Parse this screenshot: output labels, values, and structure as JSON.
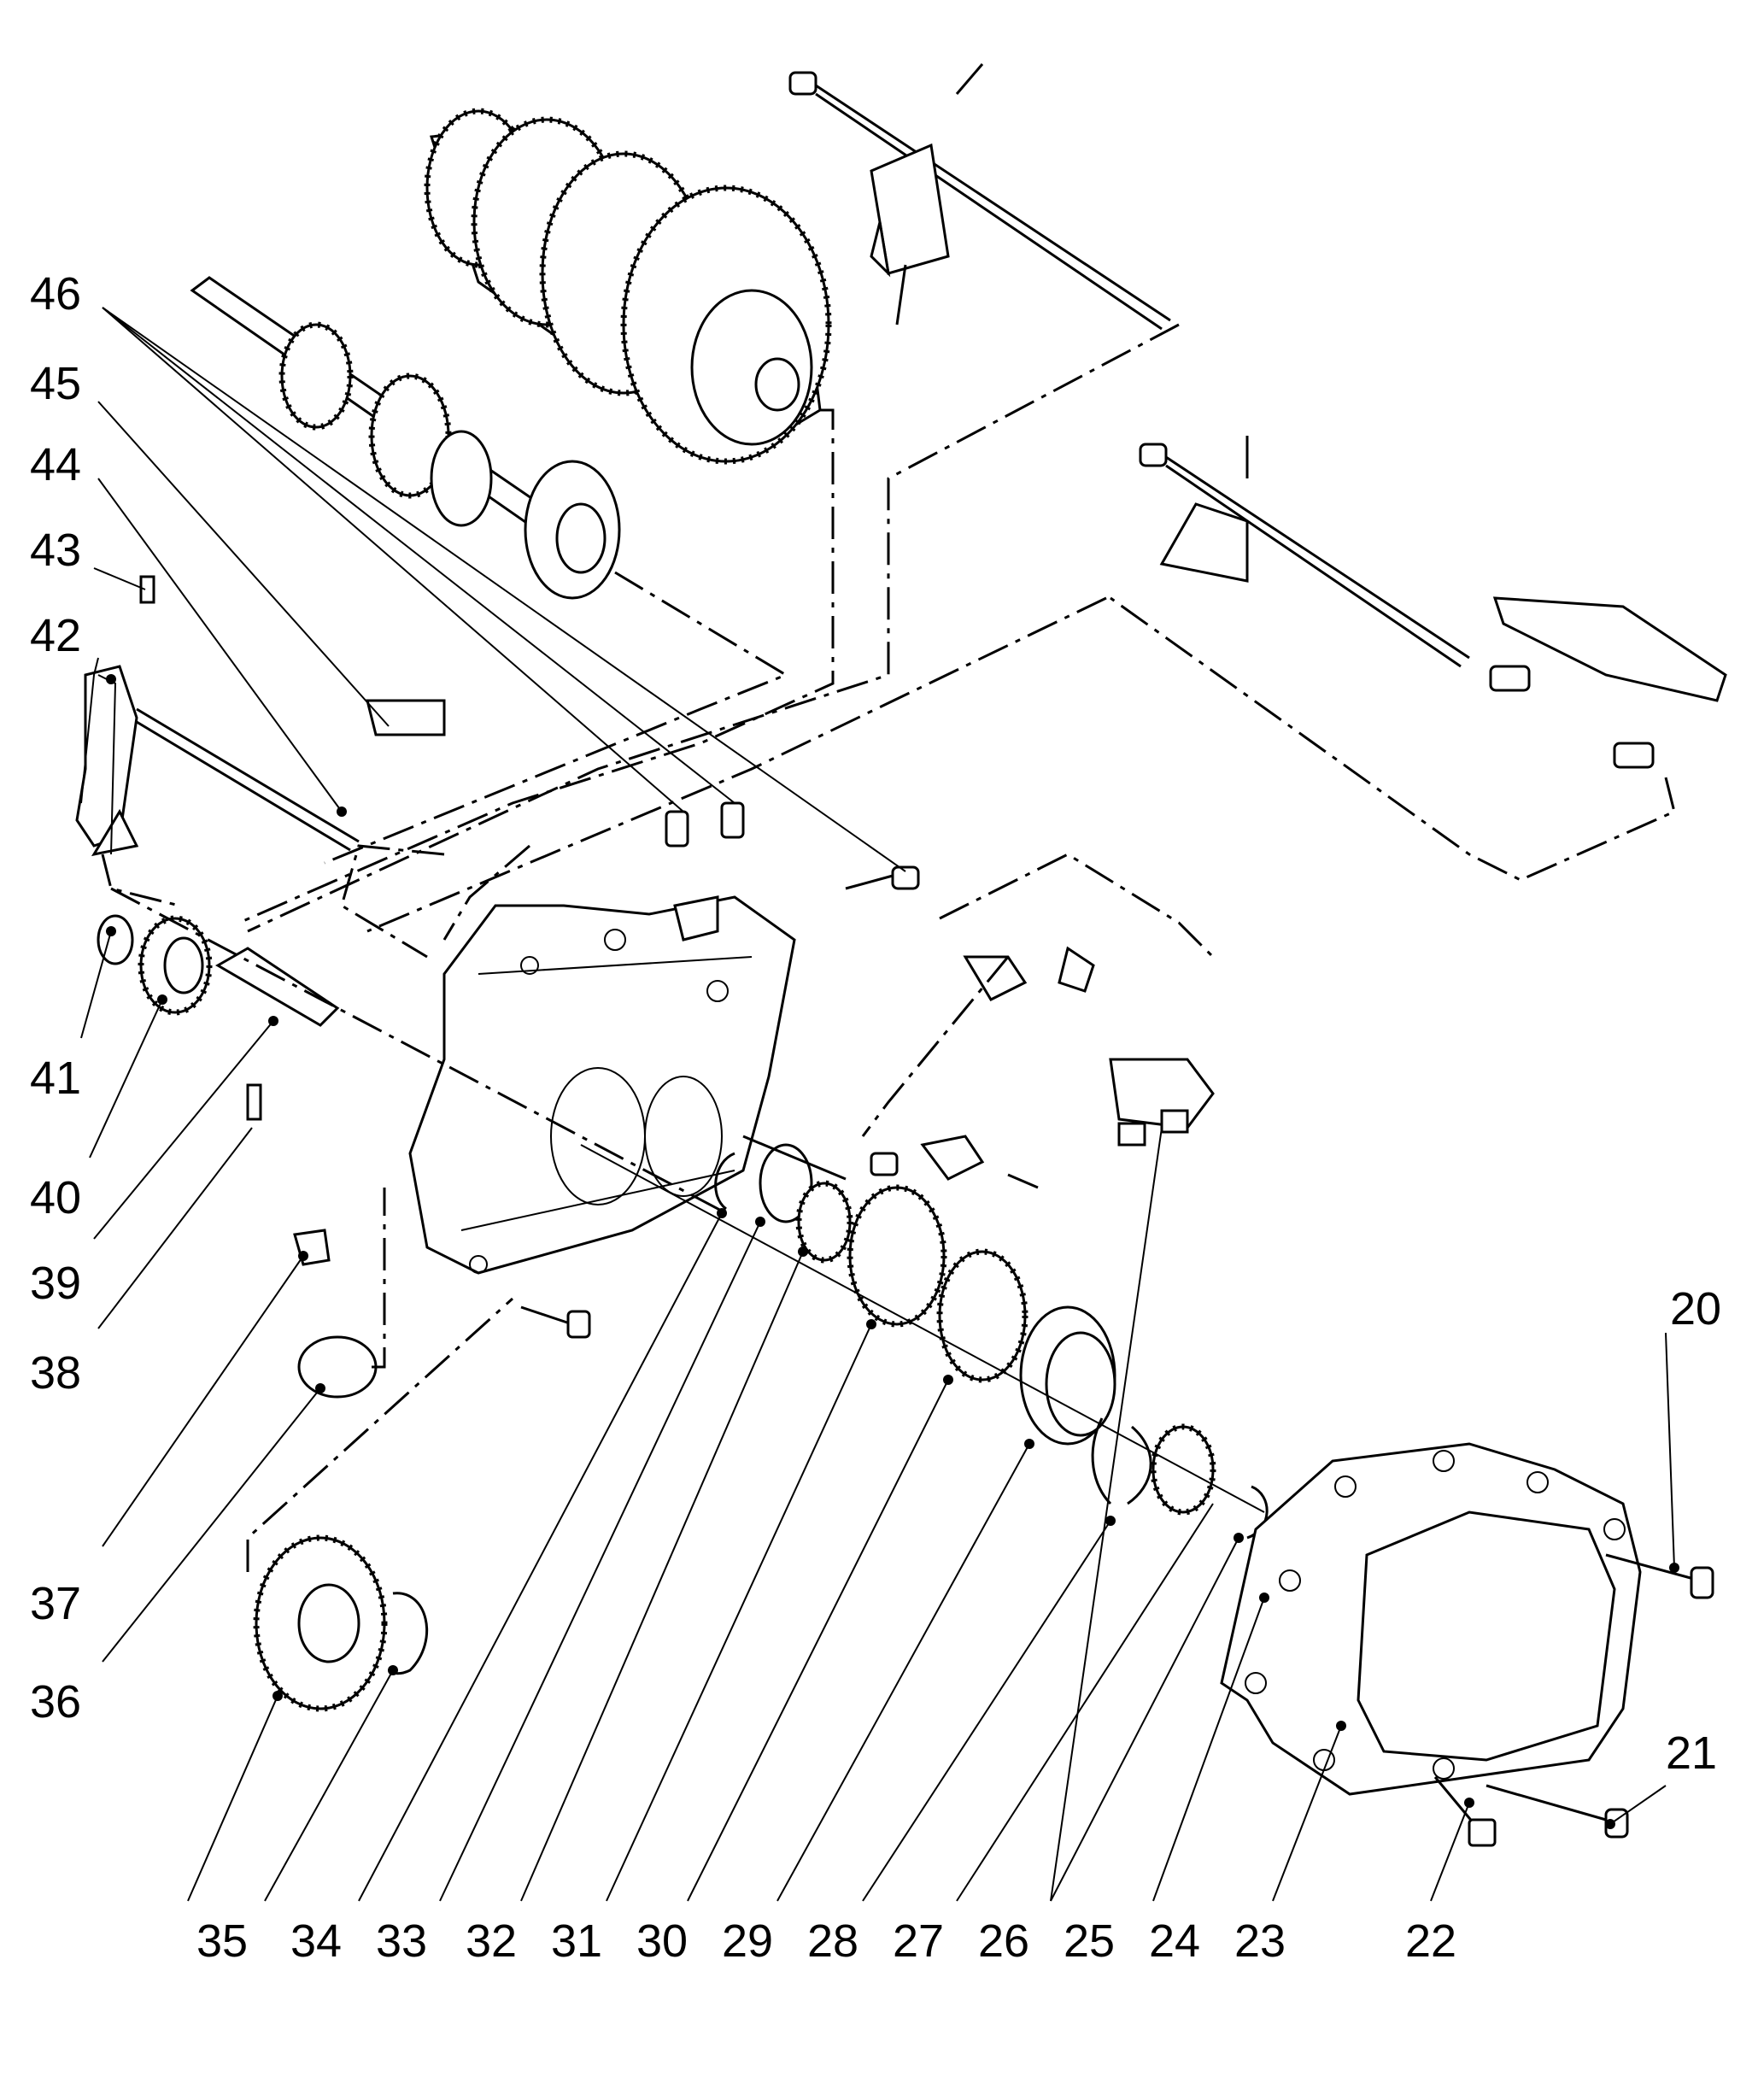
{
  "callouts": [
    {
      "id": "c46",
      "text": "46"
    },
    {
      "id": "c45",
      "text": "45"
    },
    {
      "id": "c44",
      "text": "44"
    },
    {
      "id": "c43",
      "text": "43"
    },
    {
      "id": "c42",
      "text": "42"
    },
    {
      "id": "c41",
      "text": "41"
    },
    {
      "id": "c40",
      "text": "40"
    },
    {
      "id": "c39",
      "text": "39"
    },
    {
      "id": "c38",
      "text": "38"
    },
    {
      "id": "c37",
      "text": "37"
    },
    {
      "id": "c36",
      "text": "36"
    },
    {
      "id": "c20",
      "text": "20"
    },
    {
      "id": "c21",
      "text": "21"
    },
    {
      "id": "c22",
      "text": "22"
    },
    {
      "id": "c23",
      "text": "23"
    },
    {
      "id": "c24",
      "text": "24"
    },
    {
      "id": "c25",
      "text": "25"
    },
    {
      "id": "c26",
      "text": "26"
    },
    {
      "id": "c27",
      "text": "27"
    },
    {
      "id": "c28",
      "text": "28"
    },
    {
      "id": "c29",
      "text": "29"
    },
    {
      "id": "c30",
      "text": "30"
    },
    {
      "id": "c31",
      "text": "31"
    },
    {
      "id": "c32",
      "text": "32"
    },
    {
      "id": "c33",
      "text": "33"
    },
    {
      "id": "c34",
      "text": "34"
    },
    {
      "id": "c35",
      "text": "35"
    }
  ]
}
